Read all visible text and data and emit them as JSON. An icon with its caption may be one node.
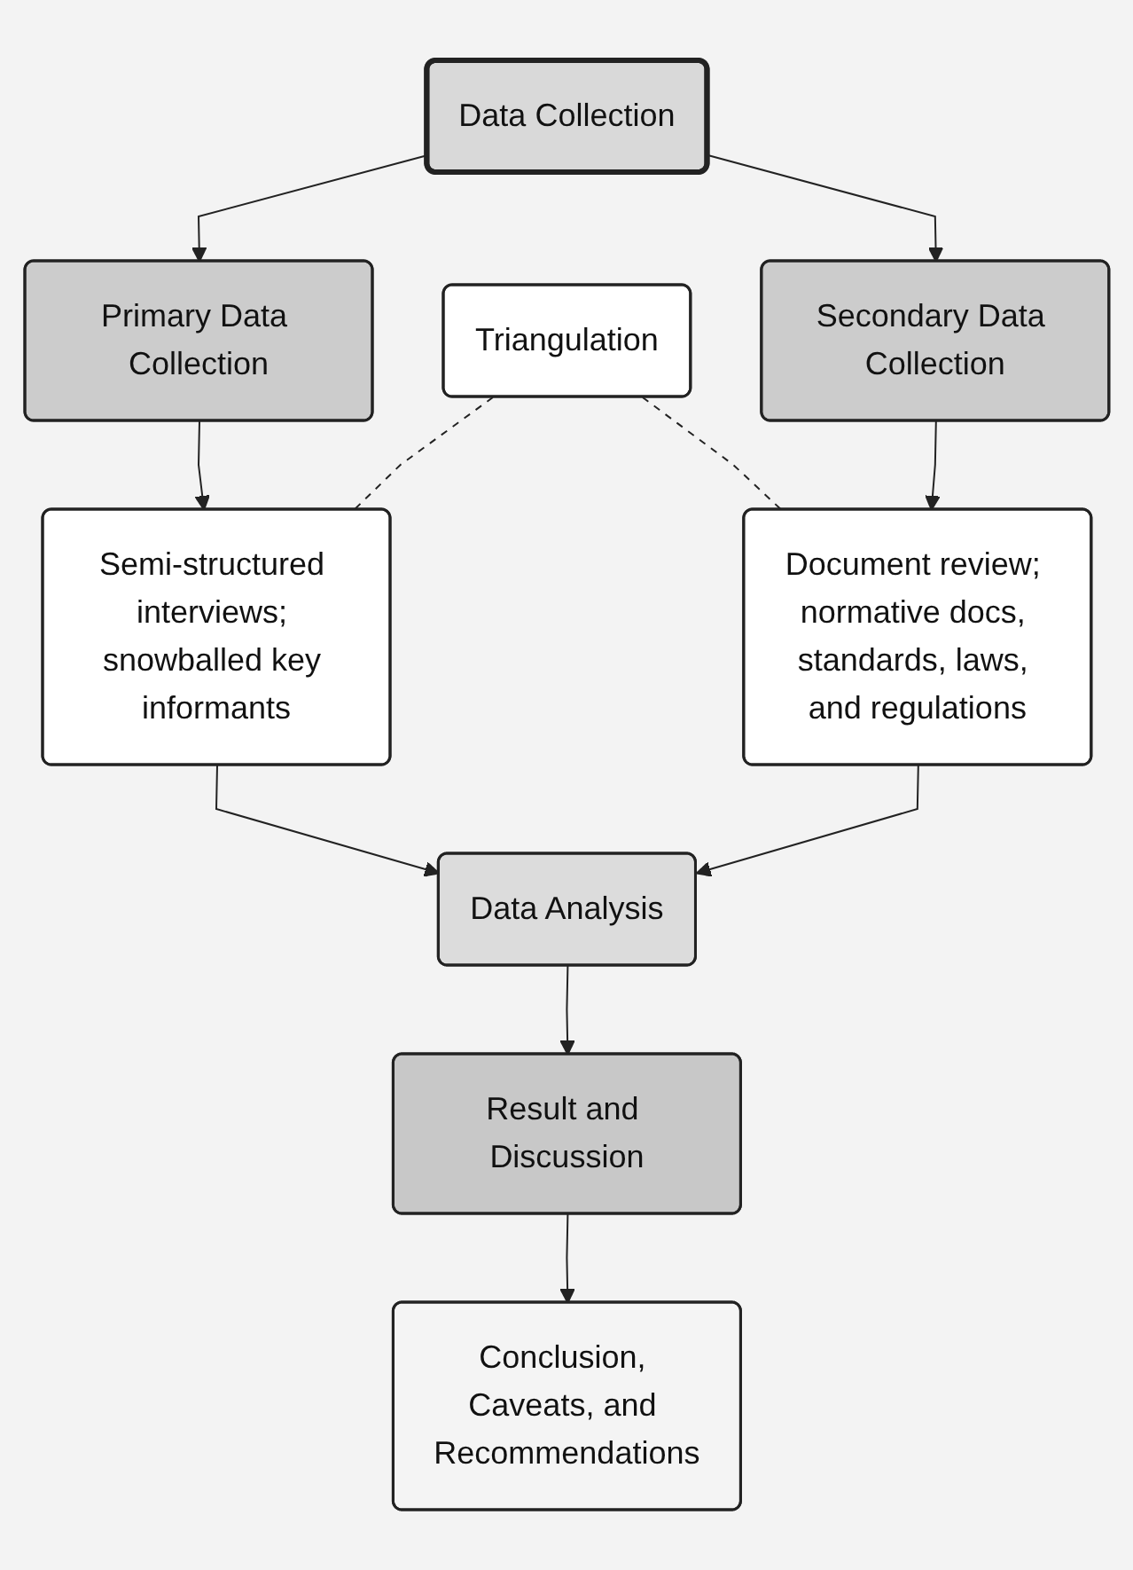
{
  "diagram": {
    "nodes": [
      {
        "text": [
          "Data Collection"
        ]
      },
      {
        "text": [
          "Primary Data Collection"
        ]
      },
      {
        "text": [
          "Secondary Data Collection"
        ]
      },
      {
        "text": [
          "Triangulation"
        ]
      },
      {
        "text": [
          "Semi-structured interviews; snowballed key informants"
        ]
      },
      {
        "text": [
          "Document review; normative docs, standards, laws, and regulations"
        ]
      },
      {
        "text": [
          "Data Analysis"
        ]
      },
      {
        "text": [
          "Result and Discussion"
        ]
      },
      {
        "text": [
          "Conclusion, Caveats, and Recommendations"
        ]
      }
    ],
    "edges": [
      {
        "from": 0,
        "to": 1,
        "arrow": "to"
      },
      {
        "from": 0,
        "to": 2,
        "arrow": "to"
      },
      {
        "from": 1,
        "to": 4,
        "arrow": "to"
      },
      {
        "from": 2,
        "to": 5,
        "arrow": "to"
      },
      {
        "from": 3,
        "to": 4,
        "arrow": "none",
        "style": "dashed"
      },
      {
        "from": 3,
        "to": 5,
        "arrow": "none",
        "style": "dashed"
      },
      {
        "from": 4,
        "to": 6,
        "arrow": "to"
      },
      {
        "from": 5,
        "to": 6,
        "arrow": "to"
      },
      {
        "from": 6,
        "to": 7,
        "arrow": "to"
      },
      {
        "from": 7,
        "to": 8,
        "arrow": "to"
      }
    ]
  }
}
